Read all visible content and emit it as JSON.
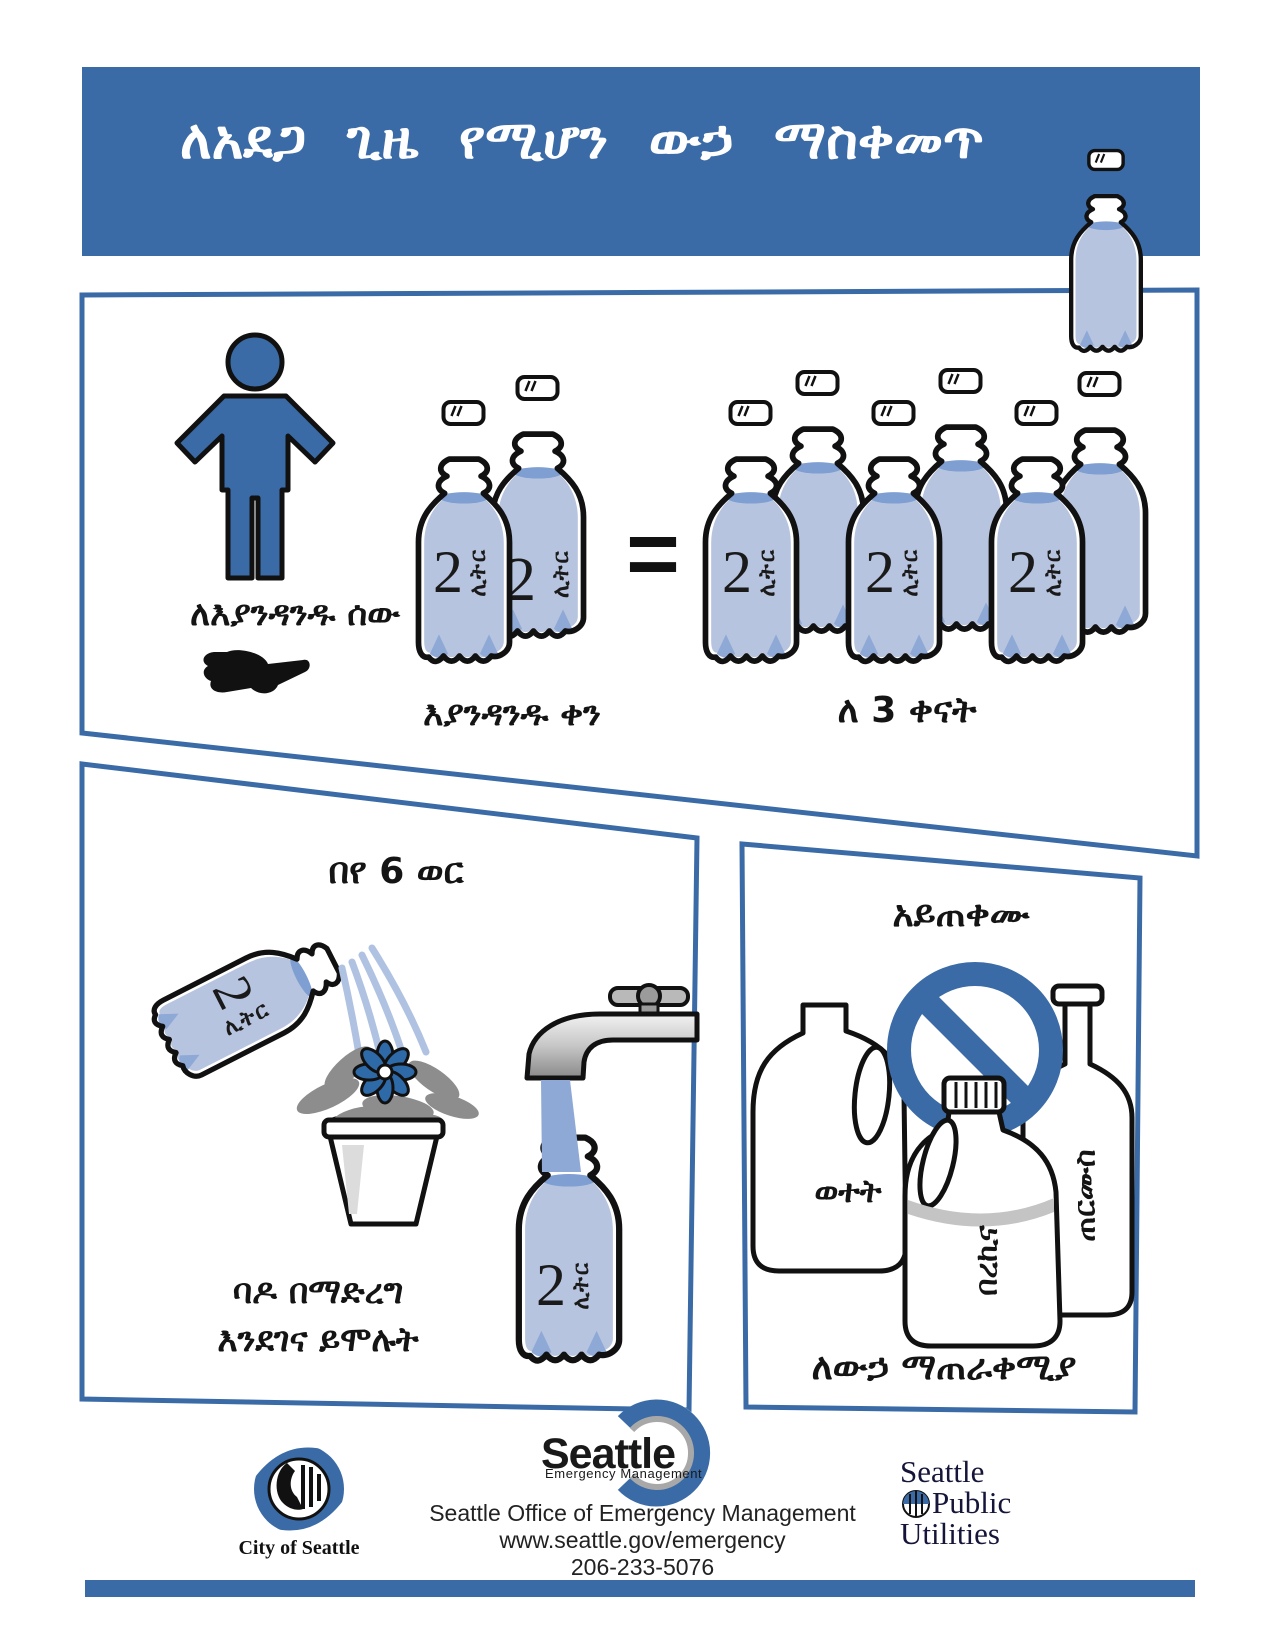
{
  "poster": {
    "title": "ለአደጋ ጊዜ የሚሆን ውኃ ማስቀመጥ"
  },
  "colors": {
    "primary_blue": "#3a6ba6",
    "water_light": "#b7c4df",
    "water_dark": "#7f9fd2"
  },
  "panel_daily": {
    "person_label": "ለእያንዳንዱ ሰው",
    "bottle_number": "2",
    "bottle_unit": "ሊትር",
    "equals": "=",
    "daily_caption": "እያንዳንዱ ቀን",
    "three_days_caption": "ለ 3 ቀናት"
  },
  "panel_refresh": {
    "title": "በየ 6 ወር",
    "bottle_number": "2",
    "bottle_unit": "ሊትር",
    "caption_line1": "ባዶ በማድረግ",
    "caption_line2": "እንደገና ይሞሉት"
  },
  "panel_donotuse": {
    "title": "አይጠቀሙ",
    "milk_label": "ወተት",
    "bleach_label": "በረኪና",
    "bottle_label": "ጠርሙስ",
    "caption": "ለውኃ ማጠራቀሚያ"
  },
  "footer": {
    "city_logo_text": "City of Seattle",
    "em_logo_title": "Seattle",
    "em_logo_subtitle": "Emergency Management",
    "office_line1": "Seattle Office of Emergency Management",
    "office_line2": "www.seattle.gov/emergency",
    "office_line3": "206-233-5076",
    "spu_line1": "Seattle",
    "spu_line2": "Public",
    "spu_line3": "Utilities"
  }
}
